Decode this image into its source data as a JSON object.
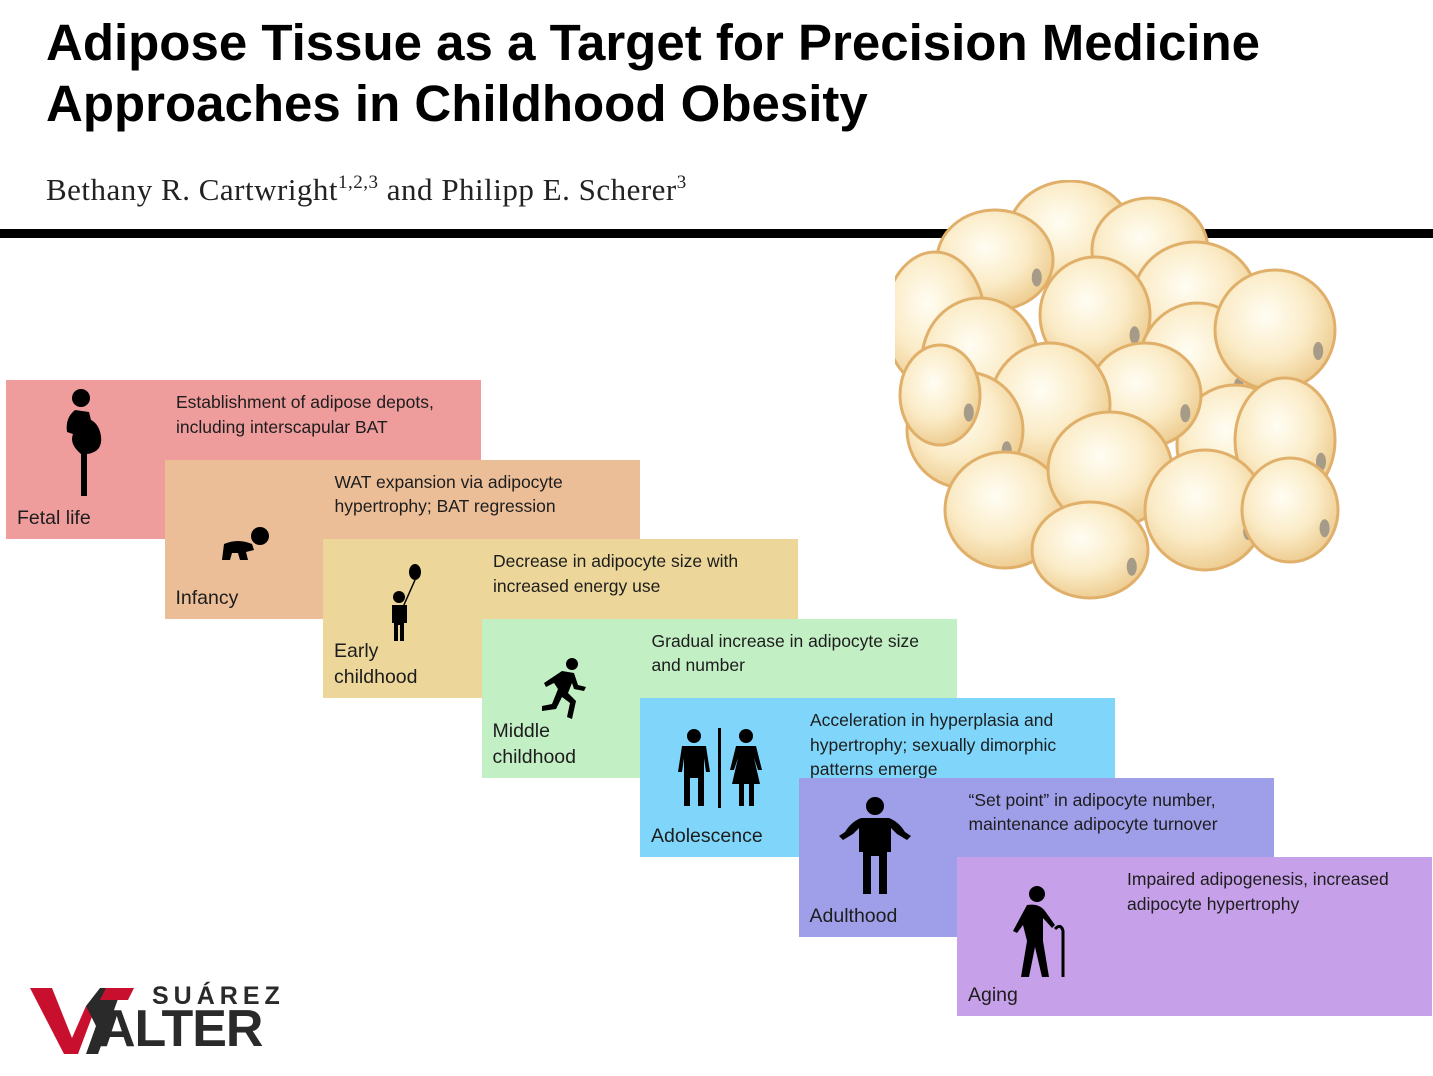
{
  "header": {
    "title_line1": "Adipose Tissue as a Target for Precision Medicine",
    "title_line2": "Approaches in Childhood Obesity",
    "author1": "Bethany R. Cartwright",
    "author1_affil": "1,2,3",
    "connector": " and ",
    "author2": "Philipp E. Scherer",
    "author2_affil": "3"
  },
  "stages": [
    {
      "label": "Fetal life",
      "text": "Establishment of adipose depots, including interscapular BAT",
      "color": "#ee9c9c",
      "icon": "pregnant-woman-icon"
    },
    {
      "label": "Infancy",
      "text": "WAT expansion via adipocyte hypertrophy; BAT regression",
      "color": "#ebbe98",
      "icon": "crawling-baby-icon"
    },
    {
      "label": "Early childhood",
      "text": "Decrease in adipocyte size with increased energy use",
      "color": "#ecd699",
      "icon": "child-balloon-icon"
    },
    {
      "label": "Middle childhood",
      "text": "Gradual increase in adipocyte size and number",
      "color": "#c3efc4",
      "icon": "running-child-icon"
    },
    {
      "label": "Adolescence",
      "text": "Acceleration in hyperplasia and hypertrophy;  sexually dimorphic patterns emerge",
      "color": "#7fd6fa",
      "icon": "male-female-icon"
    },
    {
      "label": "Adulthood",
      "text": "“Set point” in adipocyte number, maintenance adipocyte turnover",
      "color": "#9f9ee9",
      "icon": "adult-person-icon"
    },
    {
      "label": "Aging",
      "text": "Impaired adipogenesis, increased adipocyte hypertrophy",
      "color": "#c6a0e8",
      "icon": "elderly-cane-icon"
    }
  ],
  "logo": {
    "line1": "SUÁREZ",
    "line2": "ALTER",
    "accent": "#c8102e"
  }
}
